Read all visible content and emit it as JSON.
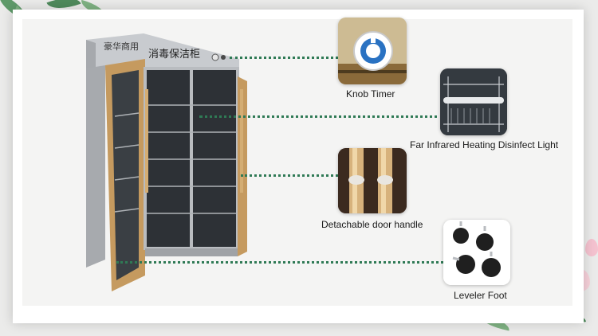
{
  "cabinet": {
    "brand_text": "豪华商用",
    "name_text": "消毒保洁柜"
  },
  "features": [
    {
      "label": "Knob  Timer"
    },
    {
      "label": "Far Infrared Heating Disinfect Light"
    },
    {
      "label": "Detachable door handle"
    },
    {
      "label": "Leveler Foot"
    }
  ],
  "colors": {
    "connector": "#2f7a55",
    "door_frame": "#c59a5f",
    "steel": "#b9bcc0"
  }
}
